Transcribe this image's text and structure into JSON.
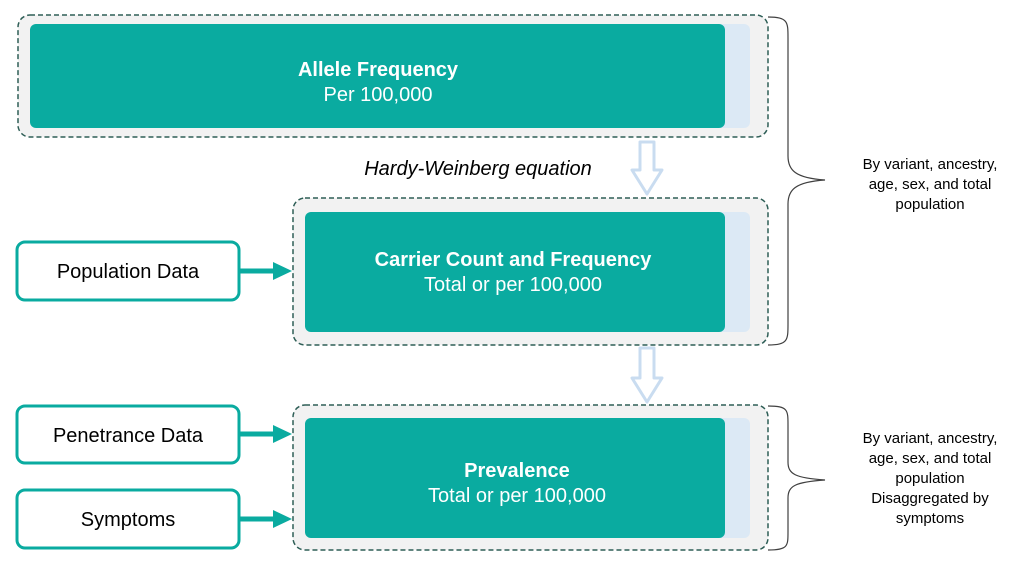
{
  "colors": {
    "teal": "#0aaba0",
    "teal_dark_outline": "#2e5e56",
    "light_blue": "#dce9f5",
    "container_fill": "#f2f2f2",
    "arrow_blue": "#c9dcf0"
  },
  "boxes": {
    "allele": {
      "title": "Allele Frequency",
      "subtitle": "Per 100,000"
    },
    "carrier": {
      "title": "Carrier Count and Frequency",
      "subtitle": "Total or per 100,000"
    },
    "prevalence": {
      "title": "Prevalence",
      "subtitle": "Total or per 100,000"
    }
  },
  "inputs": {
    "population": "Population Data",
    "penetrance": "Penetrance Data",
    "symptoms": "Symptoms"
  },
  "equation_label": "Hardy-Weinberg equation",
  "notes": {
    "upper": [
      "By variant, ancestry,",
      "age, sex, and total",
      "population"
    ],
    "lower": [
      "By variant, ancestry,",
      "age, sex, and total",
      "population",
      "Disaggregated by",
      "symptoms"
    ]
  }
}
